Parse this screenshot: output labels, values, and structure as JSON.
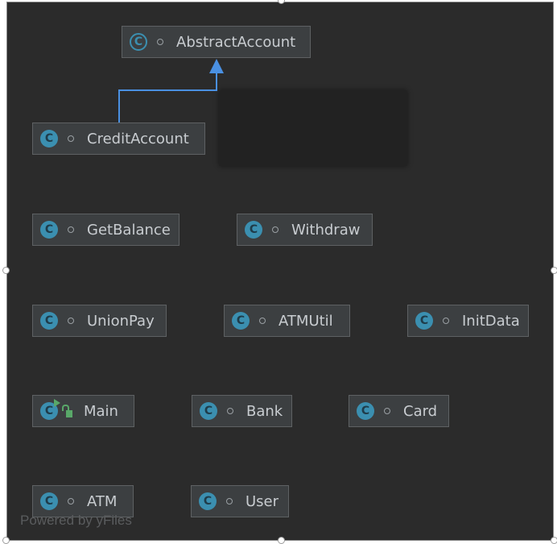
{
  "diagram": {
    "classes": [
      {
        "id": "abstract-account",
        "label": "AbstractAccount",
        "icon": "abstract-class-icon"
      },
      {
        "id": "credit-account",
        "label": "CreditAccount",
        "icon": "class-icon"
      },
      {
        "id": "get-balance",
        "label": "GetBalance",
        "icon": "class-icon"
      },
      {
        "id": "withdraw",
        "label": "Withdraw",
        "icon": "class-icon"
      },
      {
        "id": "union-pay",
        "label": "UnionPay",
        "icon": "class-icon"
      },
      {
        "id": "atm-util",
        "label": "ATMUtil",
        "icon": "class-icon"
      },
      {
        "id": "init-data",
        "label": "InitData",
        "icon": "class-icon"
      },
      {
        "id": "main",
        "label": "Main",
        "icon": "runnable-class-icon"
      },
      {
        "id": "bank",
        "label": "Bank",
        "icon": "class-icon"
      },
      {
        "id": "card",
        "label": "Card",
        "icon": "class-icon"
      },
      {
        "id": "atm",
        "label": "ATM",
        "icon": "class-icon"
      },
      {
        "id": "user",
        "label": "User",
        "icon": "class-icon"
      }
    ],
    "relations": [
      {
        "from": "CreditAccount",
        "to": "AbstractAccount",
        "type": "extends"
      }
    ],
    "colors": {
      "background": "#2b2b2b",
      "node": "#3c3f41",
      "class_icon": "#3b8fb0",
      "inheritance_arrow": "#4a90e2",
      "text": "#c8ccd0"
    }
  },
  "watermark": "Powered by yFiles"
}
